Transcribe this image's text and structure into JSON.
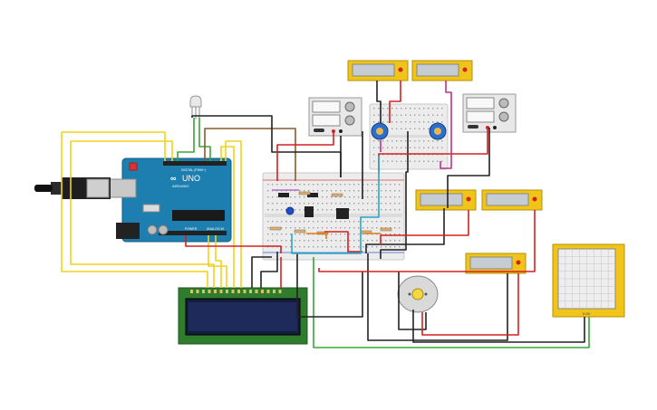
{
  "arduino": {
    "brand": "ARDUINO",
    "model": "UNO",
    "header_digital": "DIGITAL (PWM~)",
    "label_power": "POWER",
    "label_analog": "ANALOG IN"
  },
  "oscilloscope": {
    "label": "0.0V"
  },
  "colors": {
    "wire_yellow": "#f2d21a",
    "wire_red": "#d42020",
    "wire_black": "#222222",
    "wire_green": "#3aa53a",
    "wire_cyan": "#2aa7c8",
    "wire_magenta": "#c0308a",
    "wire_brown": "#8a5a2a",
    "arduino_board": "#1d7fb0",
    "multimeter_body": "#f0c419",
    "lcd_board": "#2f7d2c",
    "breadboard": "#eeeeee"
  }
}
